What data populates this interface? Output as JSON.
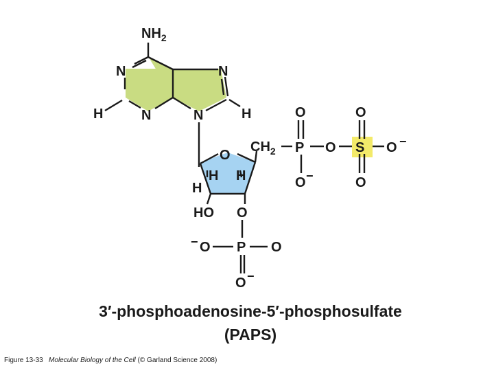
{
  "diagram": {
    "atoms": {
      "nh2": "NH2",
      "n1": "N",
      "n3": "N",
      "n7": "N",
      "n9": "N",
      "h2": "H",
      "h8": "H",
      "ring_o": "O",
      "h_c1": "H",
      "h_c2": "H",
      "h_c3": "H",
      "ho": "HO",
      "o3": "O",
      "ch2": "CH2",
      "p_top": "P",
      "p_top_o_up": "O",
      "p_top_o_down": "O",
      "bridge_o": "O",
      "s": "S",
      "s_o_up": "O",
      "s_o_down": "O",
      "s_o_right": "O",
      "p_bottom": "P",
      "p_bottom_o_left": "O",
      "p_bottom_o_right": "O",
      "p_bottom_o_down": "O"
    },
    "charge_symbol": "−",
    "colors": {
      "adenine_fill": "#c9dc82",
      "ribose_fill": "#a6d3f2",
      "sulfur_highlight": "#f3ea6a"
    }
  },
  "title": {
    "line1": "3′-phosphoadenosine-5′-phosphosulfate",
    "line2": "(PAPS)"
  },
  "caption": {
    "figure": "Figure 13-33",
    "book": "Molecular Biology of the Cell",
    "publisher": "(© Garland Science 2008)"
  }
}
